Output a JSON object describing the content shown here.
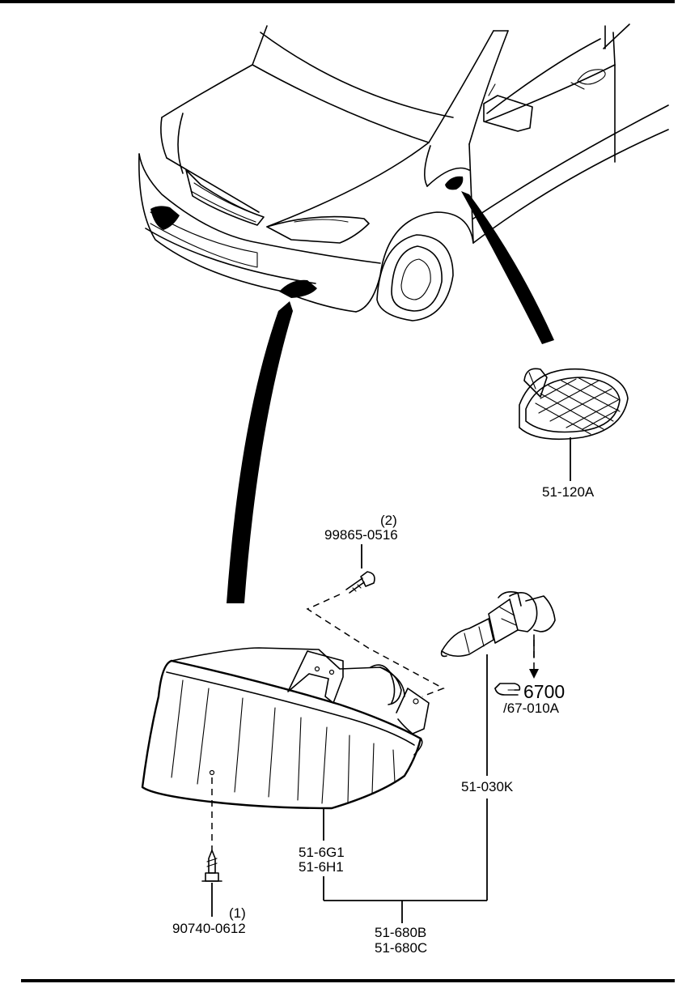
{
  "parts": {
    "side_marker": {
      "part_no": "51-120A"
    },
    "screw_top": {
      "qty": "(2)",
      "part_no": "99865-0516"
    },
    "screw_bottom": {
      "qty": "(1)",
      "part_no": "90740-0612"
    },
    "bulb_ref": {
      "code": "6700",
      "sub_ref": "/67-010A"
    },
    "bulb": {
      "part_no": "51-030K"
    },
    "lamp": {
      "part_no_1": "51-6G1",
      "part_no_2": "51-6H1"
    },
    "assembly": {
      "part_no_1": "51-680B",
      "part_no_2": "51-680C"
    }
  },
  "icons": {
    "reference": "pointing-hand-icon"
  }
}
